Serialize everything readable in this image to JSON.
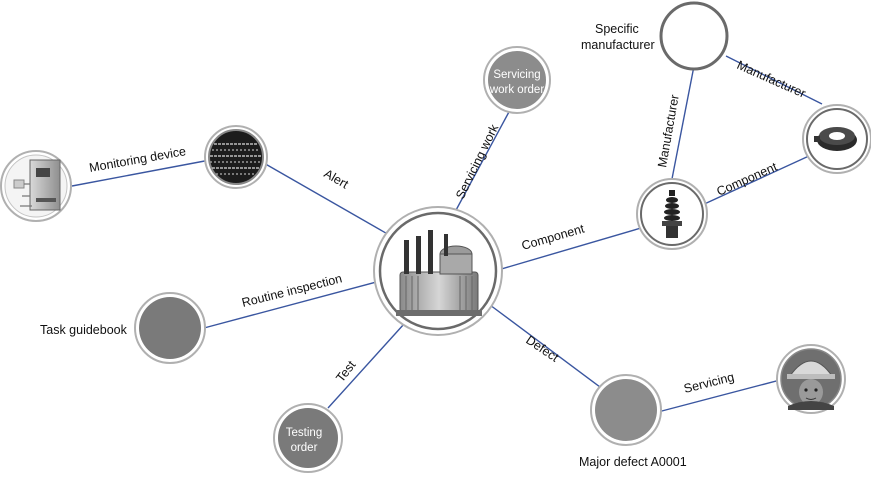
{
  "nodes": {
    "transformer": {
      "icon": "power-transformer-icon"
    },
    "monitoring_device": {
      "label": "Monitoring device",
      "icon": "monitoring-cabinet-icon"
    },
    "monitor_screen": {
      "icon": "monitor-screen-icon"
    },
    "servicing_work_order": {
      "line1": "Servicing",
      "line2": "work order"
    },
    "specific_manufacturer": {
      "line1": "Specific",
      "line2": "manufacturer"
    },
    "ring_component": {
      "icon": "ring-component-icon"
    },
    "bushing_component": {
      "icon": "bushing-icon"
    },
    "task_guidebook": {
      "label": "Task guidebook"
    },
    "testing_order": {
      "line1": "Testing",
      "line2": "order"
    },
    "major_defect": {
      "label": "Major defect A0001"
    },
    "worker": {
      "icon": "worker-photo-icon"
    }
  },
  "edges": {
    "alert": "Alert",
    "servicing_work": "Servicing work",
    "component_main": "Component",
    "routine_inspection": "Routine inspection",
    "test": "Test",
    "defect": "Defect",
    "servicing": "Servicing",
    "manufacturer_vertical": "Manufacturer",
    "manufacturer_diagonal": "Manufacturer",
    "component_secondary": "Component"
  },
  "colors": {
    "edge": "#3a56a0",
    "node_fill_dark": "#7a7a7a",
    "node_fill_gray": "#8c8c8c"
  }
}
